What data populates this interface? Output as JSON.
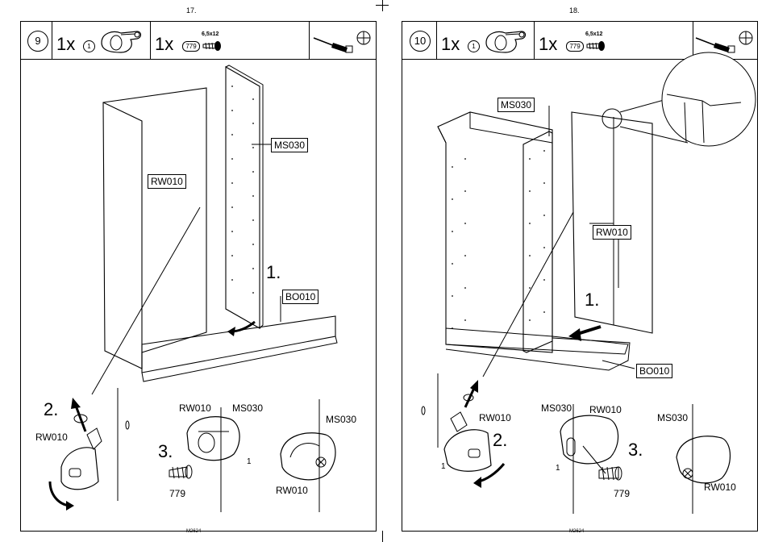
{
  "left_page": {
    "page_number": "17.",
    "footer": "M2624",
    "step": "9",
    "parts": [
      {
        "qty": "1x",
        "id": "1"
      },
      {
        "qty": "1x",
        "id": "779",
        "size": "6,5x12"
      }
    ],
    "labels": {
      "rw010": "RW010",
      "ms030": "MS030",
      "bo010": "BO010"
    },
    "substeps": {
      "one": "1.",
      "two": "2.",
      "three": "3."
    },
    "detail": {
      "rw010_left": "RW010",
      "rw010_mid": "RW010",
      "ms030_mid": "MS030",
      "ms030_right": "MS030",
      "rw010_right": "RW010",
      "screw": "779",
      "fitting": "1"
    }
  },
  "right_page": {
    "page_number": "18.",
    "footer": "M2624",
    "step": "10",
    "parts": [
      {
        "qty": "1x",
        "id": "1"
      },
      {
        "qty": "1x",
        "id": "779",
        "size": "6,5x12"
      }
    ],
    "labels": {
      "ms030": "MS030",
      "rw010": "RW010",
      "bo010": "BO010"
    },
    "substeps": {
      "one": "1.",
      "two": "2.",
      "three": "3."
    },
    "detail": {
      "rw010_left": "RW010",
      "ms030_mid": "MS030",
      "rw010_mid": "RW010",
      "ms030_right": "MS030",
      "rw010_right": "RW010",
      "screw": "779",
      "fitting_left": "1",
      "fitting_mid": "1"
    }
  },
  "icons": [
    "cam-fitting-icon",
    "screw-icon",
    "screwdriver-icon",
    "phillips-icon"
  ]
}
